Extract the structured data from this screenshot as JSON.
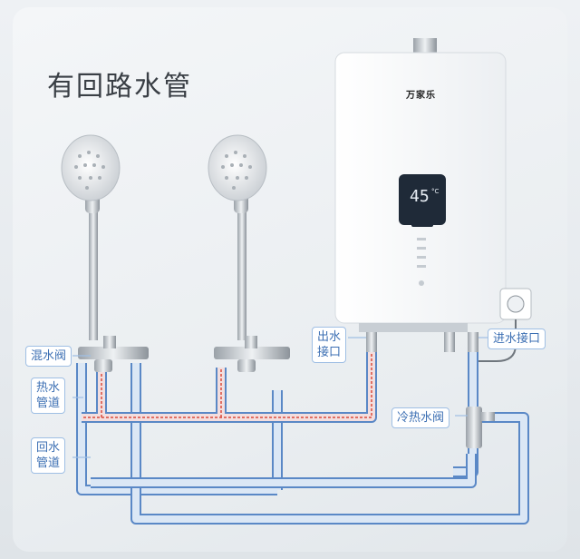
{
  "title": "有回路水管",
  "brand": "万家乐",
  "display": {
    "temperature": "45",
    "unit": "°C"
  },
  "labels": {
    "mixing_valve": "混水阀",
    "hot_pipe": "热水\n管道",
    "return_pipe": "回水\n管道",
    "outlet": "出水\n接口",
    "inlet": "进水接口",
    "hot_cold_valve": "冷热水阀"
  },
  "colors": {
    "hot": "#d94a3c",
    "cold": "#6c9bd6",
    "pipe_outline": "#5a88c6",
    "label_text": "#3c6fb3"
  },
  "icons": [
    "shower-head-icon",
    "water-heater-icon",
    "power-plug-icon",
    "valve-icon"
  ]
}
